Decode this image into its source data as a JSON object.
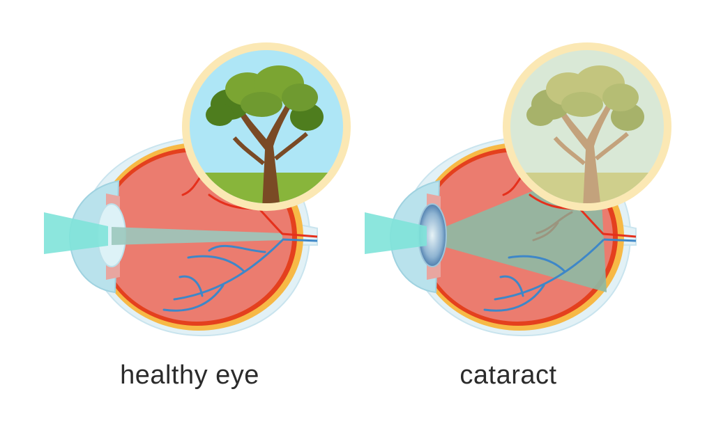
{
  "captions": {
    "healthy": "healthy eye",
    "cataract": "cataract"
  },
  "diagrams": [
    {
      "id": "healthy",
      "lens_state": "clear",
      "light_beam": "focused-narrow",
      "vision": "sharp-color"
    },
    {
      "id": "cataract",
      "lens_state": "clouded",
      "light_beam": "scattered-wide",
      "vision": "faded-hazy"
    }
  ],
  "colors": {
    "sclera_outer": "#DFF0F6",
    "choroid": "#F5B33E",
    "retina": "#E8401F",
    "vitreous": "#EA7B70",
    "cornea": "#B6E0EA",
    "lens_clear": "#DCF1F6",
    "lens_cloudy": "#5B8DB8",
    "light_beam": "#7FE3D9",
    "light_scatter": "#8FB9A3",
    "vein": "#3E87C8",
    "artery": "#E5301C",
    "view_frame": "#FBE8B4",
    "sky_clear": "#AEE6F6",
    "sky_hazy": "#D9E8D6",
    "grass_clear": "#88B53B",
    "grass_hazy": "#CFCF8C",
    "trunk_clear": "#7A4A25",
    "trunk_hazy": "#C3A27C",
    "foliage_clear": "#6F9A30",
    "foliage_hazy": "#B5BD74"
  }
}
